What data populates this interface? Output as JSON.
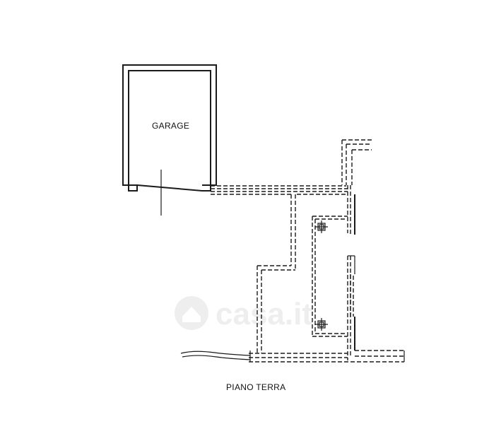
{
  "labels": {
    "garage": "GARAGE",
    "floor": "PIANO TERRA"
  },
  "watermark": {
    "text": "casa.it"
  },
  "colors": {
    "line": "#1a1a1a",
    "watermark": "#eeeeee",
    "background": "#ffffff"
  }
}
